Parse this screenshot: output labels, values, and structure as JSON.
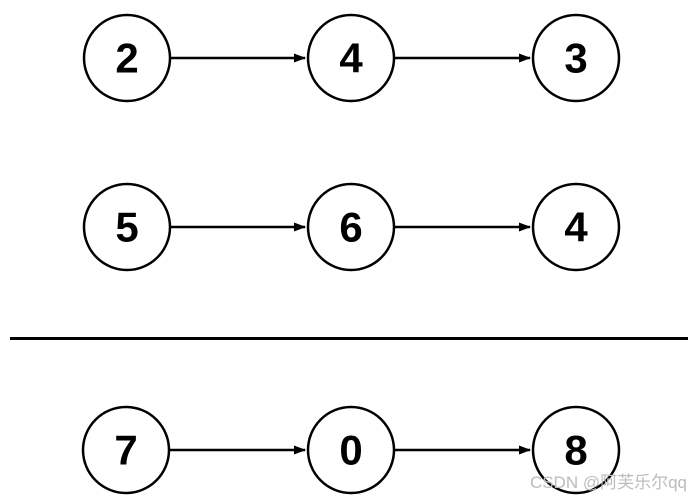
{
  "diagram": {
    "description": "linked-list addition diagram",
    "lists": [
      {
        "id": "input-list-1",
        "nodes": [
          "2",
          "4",
          "3"
        ]
      },
      {
        "id": "input-list-2",
        "nodes": [
          "5",
          "6",
          "4"
        ]
      },
      {
        "id": "result-list",
        "nodes": [
          "7",
          "0",
          "8"
        ]
      }
    ]
  },
  "watermark": {
    "text": "CSDN @阿芙乐尔qq",
    "color": "#bcbcbc"
  },
  "colors": {
    "node_stroke": "#000000",
    "arrow": "#000000",
    "background": "#ffffff"
  }
}
